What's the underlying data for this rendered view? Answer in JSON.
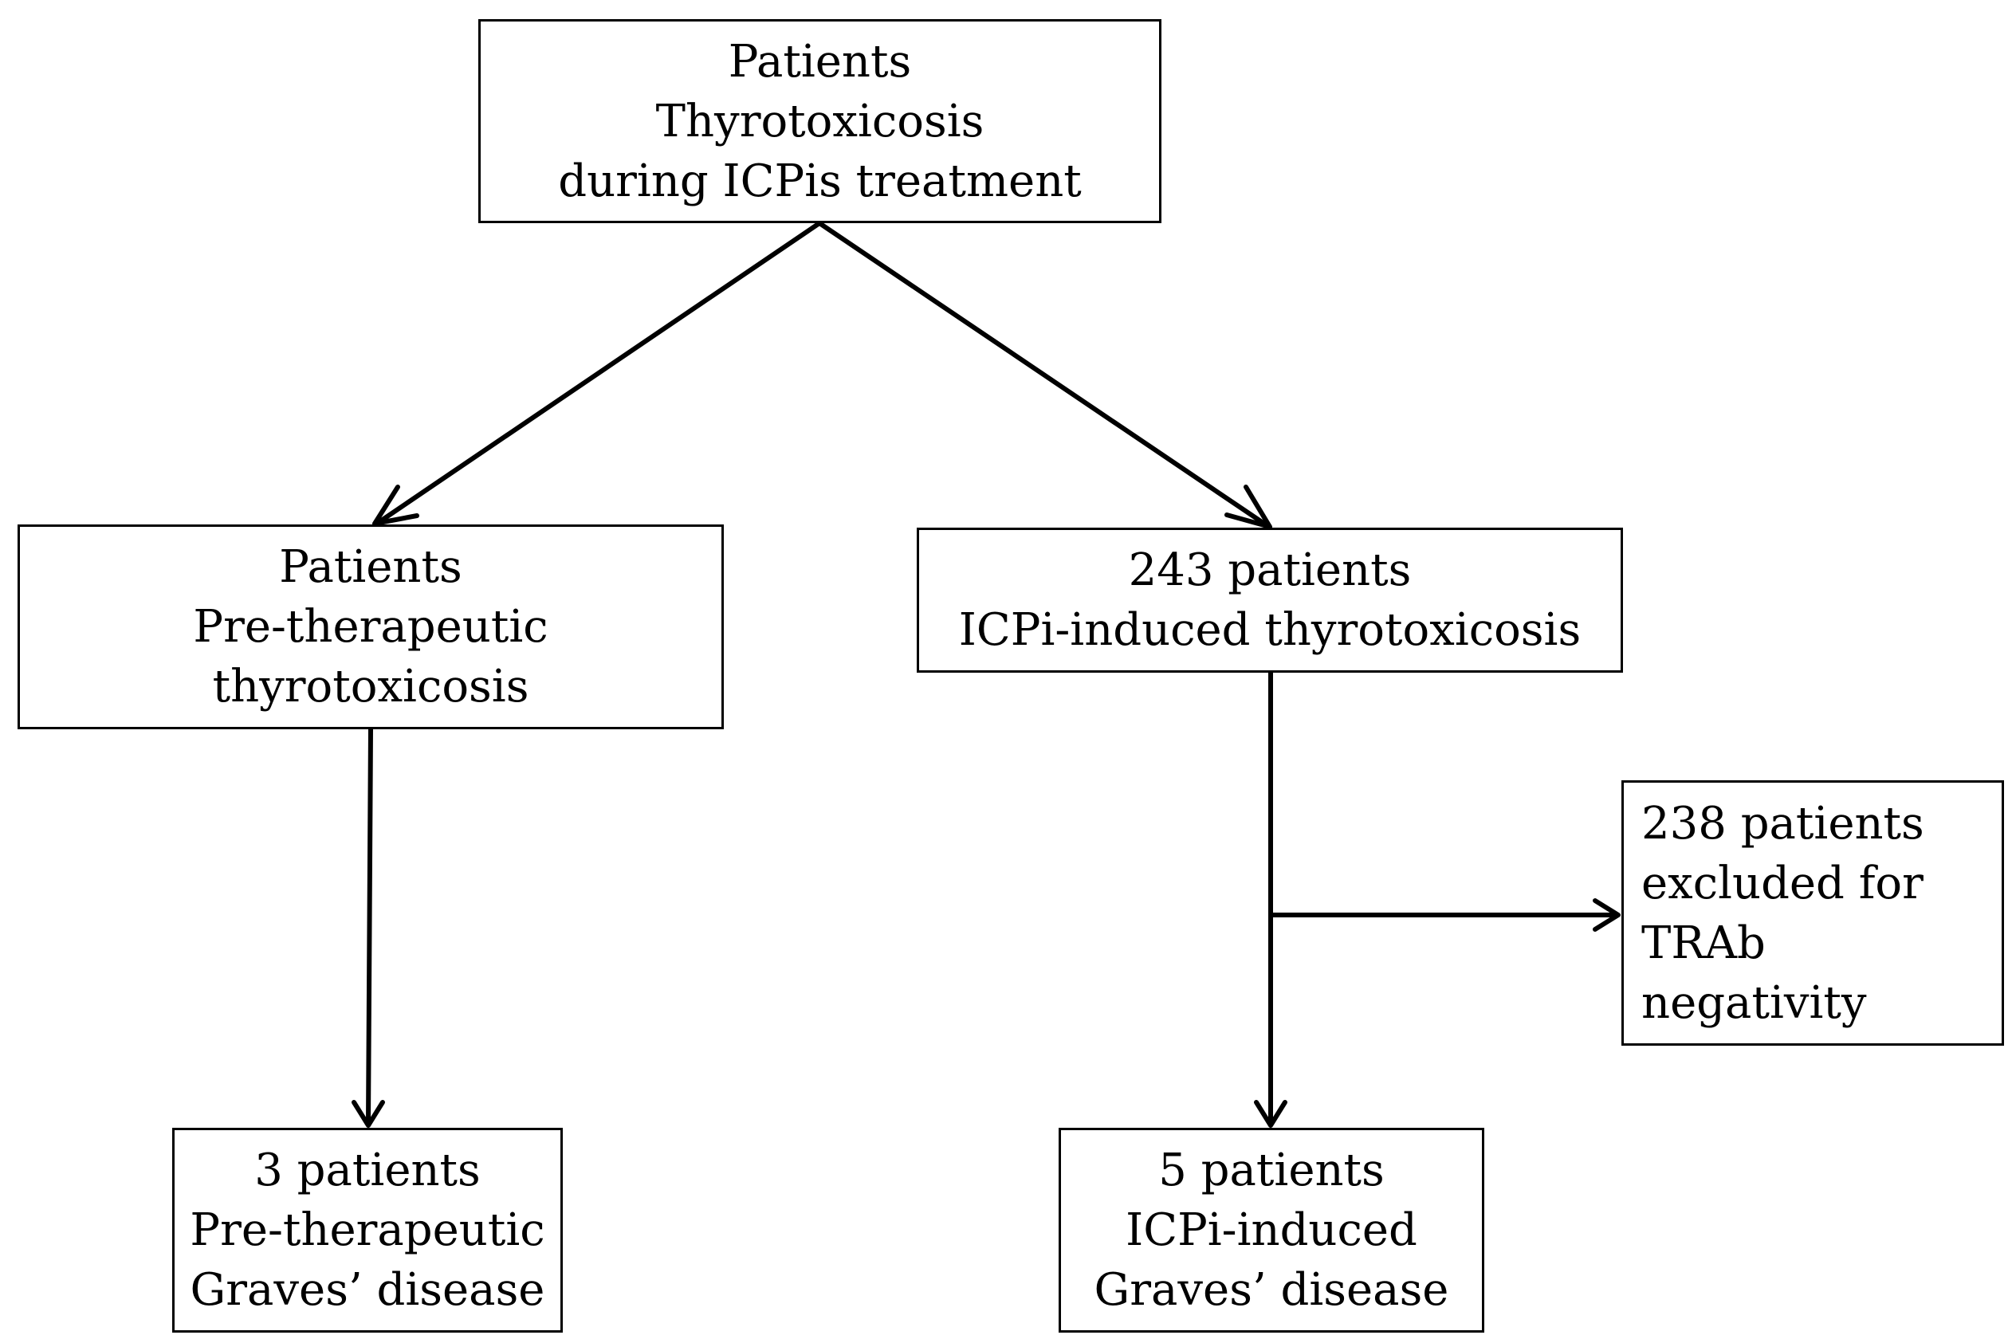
{
  "diagram": {
    "top": {
      "line1": "Patients",
      "line2": "Thyrotoxicosis",
      "line3": "during ICPis treatment"
    },
    "left": {
      "line1": "Patients",
      "line2": "Pre-therapeutic",
      "line3": "thyrotoxicosis"
    },
    "right": {
      "line1": "243 patients",
      "line2": "ICPi-induced thyrotoxicosis"
    },
    "excluded": {
      "line1": "238 patients",
      "line2": "excluded for",
      "line3": "TRAb",
      "line4": "negativity"
    },
    "bottom_left": {
      "line1": "3 patients",
      "line2": "Pre-therapeutic",
      "line3": "Graves’ disease"
    },
    "bottom_right": {
      "line1": "5 patients",
      "line2": "ICPi-induced",
      "line3": "Graves’ disease"
    }
  },
  "colors": {
    "stroke": "#000000",
    "background": "#ffffff"
  }
}
